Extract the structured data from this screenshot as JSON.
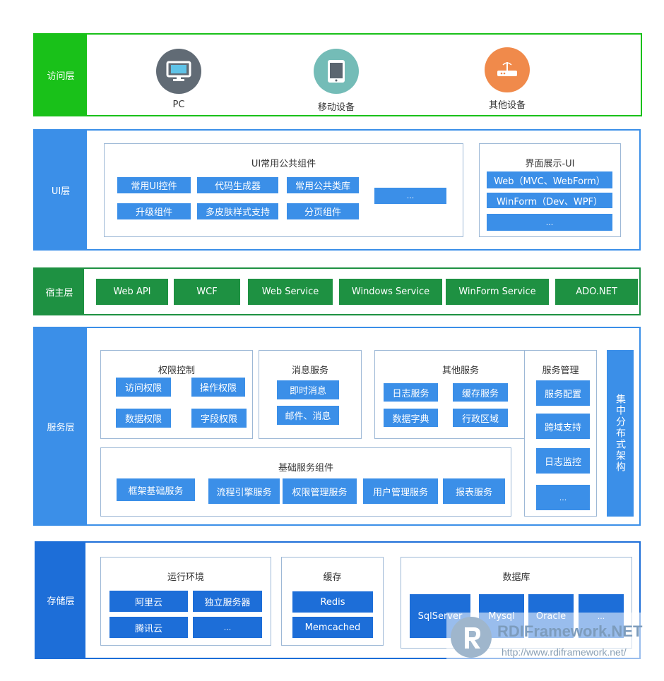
{
  "colors": {
    "access": "#19c119",
    "ui": "#3b8fe8",
    "host": "#1e9142",
    "service": "#3b8fe8",
    "storage": "#1d6ed8"
  },
  "access": {
    "label": "访问层",
    "devices": [
      {
        "label": "PC",
        "icon": "monitor-icon"
      },
      {
        "label": "移动设备",
        "icon": "tablet-icon"
      },
      {
        "label": "其他设备",
        "icon": "router-icon"
      }
    ]
  },
  "ui": {
    "label": "UI层",
    "common": {
      "title": "UI常用公共组件",
      "items": [
        "常用UI控件",
        "代码生成器",
        "常用公共类库",
        "...",
        "升级组件",
        "多皮肤样式支持",
        "分页组件"
      ]
    },
    "display": {
      "title": "界面展示-UI",
      "items": [
        "Web（MVC、WebForm）",
        "WinForm（Dev、WPF）",
        "..."
      ]
    }
  },
  "host": {
    "label": "宿主层",
    "items": [
      "Web API",
      "WCF",
      "Web Service",
      "Windows Service",
      "WinForm Service",
      "ADO.NET"
    ]
  },
  "service": {
    "label": "服务层",
    "perm": {
      "title": "权限控制",
      "items": [
        "访问权限",
        "操作权限",
        "数据权限",
        "字段权限"
      ]
    },
    "msg": {
      "title": "消息服务",
      "items": [
        "即时消息",
        "邮件、消息"
      ]
    },
    "other": {
      "title": "其他服务",
      "items": [
        "日志服务",
        "缓存服务",
        "数据字典",
        "行政区域"
      ]
    },
    "mgmt": {
      "title": "服务管理",
      "items": [
        "服务配置",
        "跨域支持",
        "日志监控",
        "..."
      ]
    },
    "base": {
      "title": "基础服务组件",
      "items": [
        "框架基础服务",
        "流程引擎服务",
        "权限管理服务",
        "用户管理服务",
        "报表服务"
      ]
    },
    "dist": "集中分布式架构"
  },
  "storage": {
    "label": "存储层",
    "env": {
      "title": "运行环境",
      "items": [
        "阿里云",
        "独立服务器",
        "腾讯云",
        "..."
      ]
    },
    "cache": {
      "title": "缓存",
      "items": [
        "Redis",
        "Memcached"
      ]
    },
    "db": {
      "title": "数据库",
      "items": [
        "SqlServer",
        "Mysql",
        "Oracle",
        "..."
      ]
    }
  },
  "watermark": {
    "brand": "RDIFramework.NET",
    "url": "http://www.rdiframework.net/"
  }
}
